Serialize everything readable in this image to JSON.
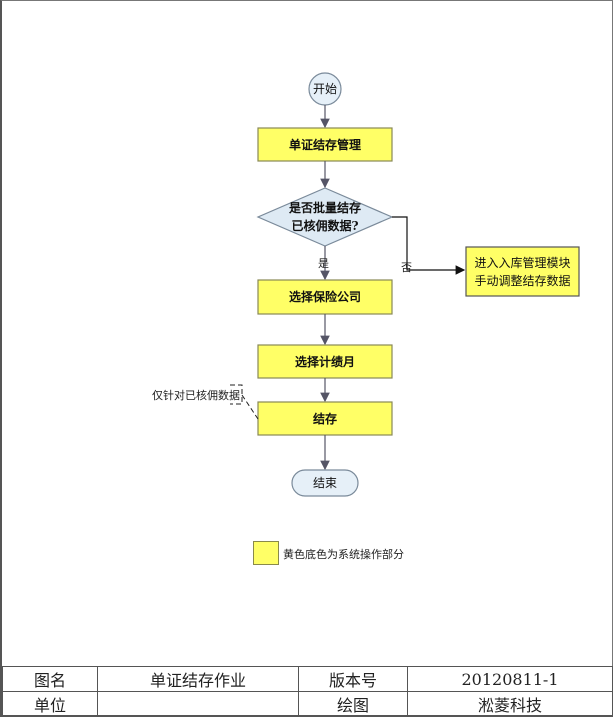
{
  "colors": {
    "process_fill": "#ffff66",
    "process_stroke": "#888855",
    "terminal_fill": "#e6f0f8",
    "terminal_stroke": "#7a8a9a",
    "decision_fill": "#deeaf4",
    "connector": "#555566"
  },
  "flowchart": {
    "start": "开始",
    "step1": "单证结存管理",
    "decision_line1": "是否批量结存",
    "decision_line2": "已核佣数据?",
    "yes_label": "是",
    "no_label": "否",
    "side_line1": "进入入库管理模块",
    "side_line2": "手动调整结存数据",
    "step2": "选择保险公司",
    "step3": "选择计绩月",
    "step4": "结存",
    "annotation": "仅针对已核佣数据",
    "end": "结束"
  },
  "legend": {
    "text": "黄色底色为系统操作部分"
  },
  "title_block": {
    "name_label": "图名",
    "name_value": "单证结存作业",
    "version_label": "版本号",
    "version_value": "20120811-1",
    "unit_label": "单位",
    "unit_value": "",
    "drawn_label": "绘图",
    "drawn_value": "淞菱科技"
  }
}
